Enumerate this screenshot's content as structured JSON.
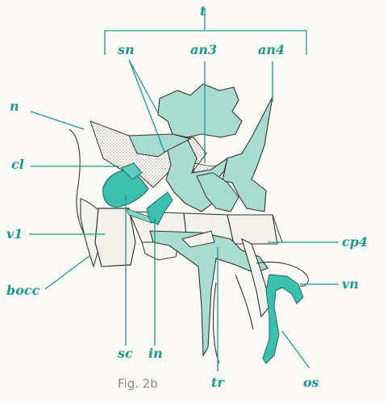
{
  "figure": {
    "caption": "Fig. 2b",
    "colors": {
      "teal_line": "#1a9a8c",
      "bone_fill": "#a8dccf",
      "bone_dark": "#3bbfae",
      "outline": "#2b2b2b"
    }
  },
  "labels": {
    "t": "t",
    "sn": "sn",
    "an3": "an3",
    "an4": "an4",
    "n": "n",
    "cl": "cl",
    "v1": "v1",
    "bocc": "bocc",
    "cp4": "cp4",
    "vn": "vn",
    "sc": "sc",
    "in": "in",
    "tr": "tr",
    "os": "os"
  }
}
